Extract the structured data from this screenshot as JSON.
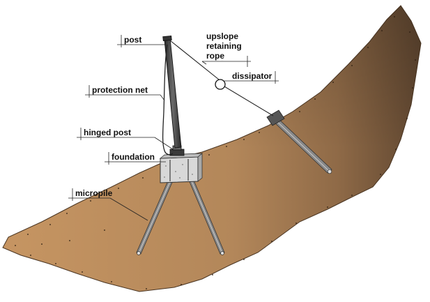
{
  "labels": {
    "post": "post",
    "upslope_1": "upslope",
    "upslope_2": "retaining",
    "upslope_3": "rope",
    "dissipator": "dissipator",
    "protection_net": "protection net",
    "hinged_post": "hinged post",
    "foundation": "foundation",
    "micropile": "micropile"
  },
  "colors": {
    "soil": "#c4915f",
    "soil_shadow": "#6e5238",
    "concrete": "#d6d6d6",
    "steel": "#3a3a3a"
  }
}
